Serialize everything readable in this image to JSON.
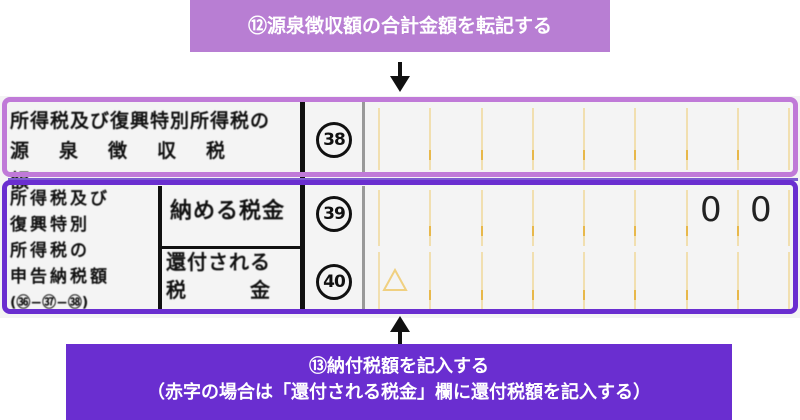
{
  "callout_top": {
    "text": "⑫源泉徴収額の合計金額を転記する"
  },
  "callout_bottom": {
    "line1": "⑬納付税額を記入する",
    "line2": "（赤字の場合は「還付される税金」欄に還付税額を記入する）"
  },
  "form": {
    "row38": {
      "label_line1": "所得税及び復興特別所得税の",
      "label_line2": "源泉徴収税額",
      "number": "38"
    },
    "group_label": {
      "lines": [
        "所得税及び",
        "復興特別",
        "所得税の",
        "申告納税額",
        "(㊱−㊲−㊳)"
      ]
    },
    "row39": {
      "label": "納める税金",
      "number": "39",
      "digits": [
        "0",
        "0"
      ]
    },
    "row40": {
      "label_line1": "還付される",
      "label_line2": "税　　　金",
      "number": "40",
      "mark": "△"
    }
  },
  "colors": {
    "top_callout": "#b87ed3",
    "bottom_callout": "#6a2ed0",
    "cell_border": "#f1dfb0"
  }
}
